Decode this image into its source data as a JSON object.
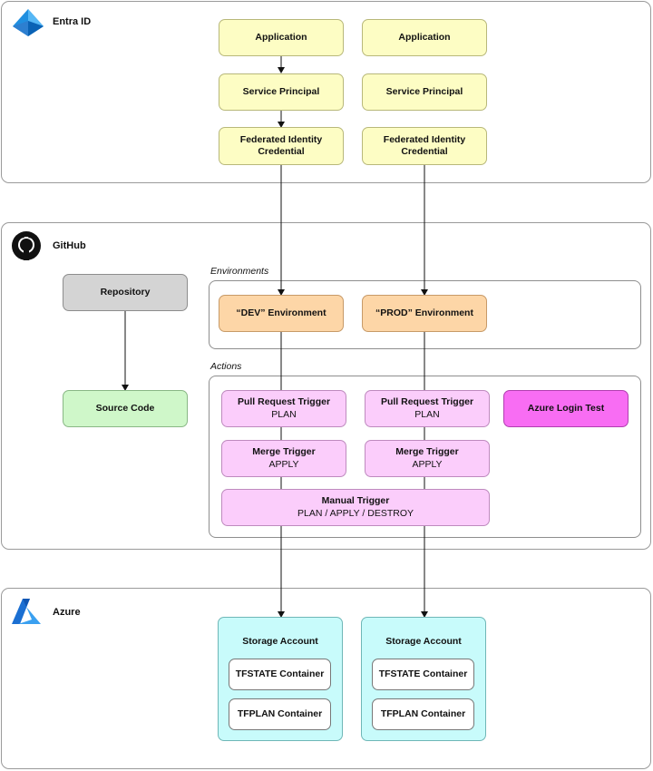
{
  "entra": {
    "title": "Entra ID",
    "app1": "Application",
    "app2": "Application",
    "sp1": "Service Principal",
    "sp2": "Service Principal",
    "fic1_line1": "Federated Identity",
    "fic1_line2": "Credential",
    "fic2_line1": "Federated Identity",
    "fic2_line2": "Credential"
  },
  "github": {
    "title": "GitHub",
    "repository": "Repository",
    "source_code": "Source Code",
    "environments_label": "Environments",
    "dev_env": "“DEV” Environment",
    "prod_env": "“PROD” Environment",
    "actions_label": "Actions",
    "pr1_title": "Pull Request Trigger",
    "pr1_sub": "PLAN",
    "pr2_title": "Pull Request Trigger",
    "pr2_sub": "PLAN",
    "azure_login_test": "Azure Login Test",
    "merge1_title": "Merge Trigger",
    "merge1_sub": "APPLY",
    "merge2_title": "Merge Trigger",
    "merge2_sub": "APPLY",
    "manual_title": "Manual Trigger",
    "manual_sub": "PLAN / APPLY / DESTROY"
  },
  "azure": {
    "title": "Azure",
    "sa1": "Storage Account",
    "sa2": "Storage Account",
    "tfstate1": "TFSTATE Container",
    "tfstate2": "TFSTATE Container",
    "tfplan1": "TFPLAN Container",
    "tfplan2": "TFPLAN Container"
  },
  "colors": {
    "yellow": "#fdfdc4",
    "gray": "#d4d4d4",
    "green": "#cff7c9",
    "orange": "#fdd6a7",
    "pink": "#fbcdfb",
    "magenta": "#f86df3",
    "cyan": "#c8fbfb"
  },
  "icons": {
    "entra": "entra-id-logo-icon",
    "github": "github-logo-icon",
    "azure": "azure-logo-icon"
  }
}
